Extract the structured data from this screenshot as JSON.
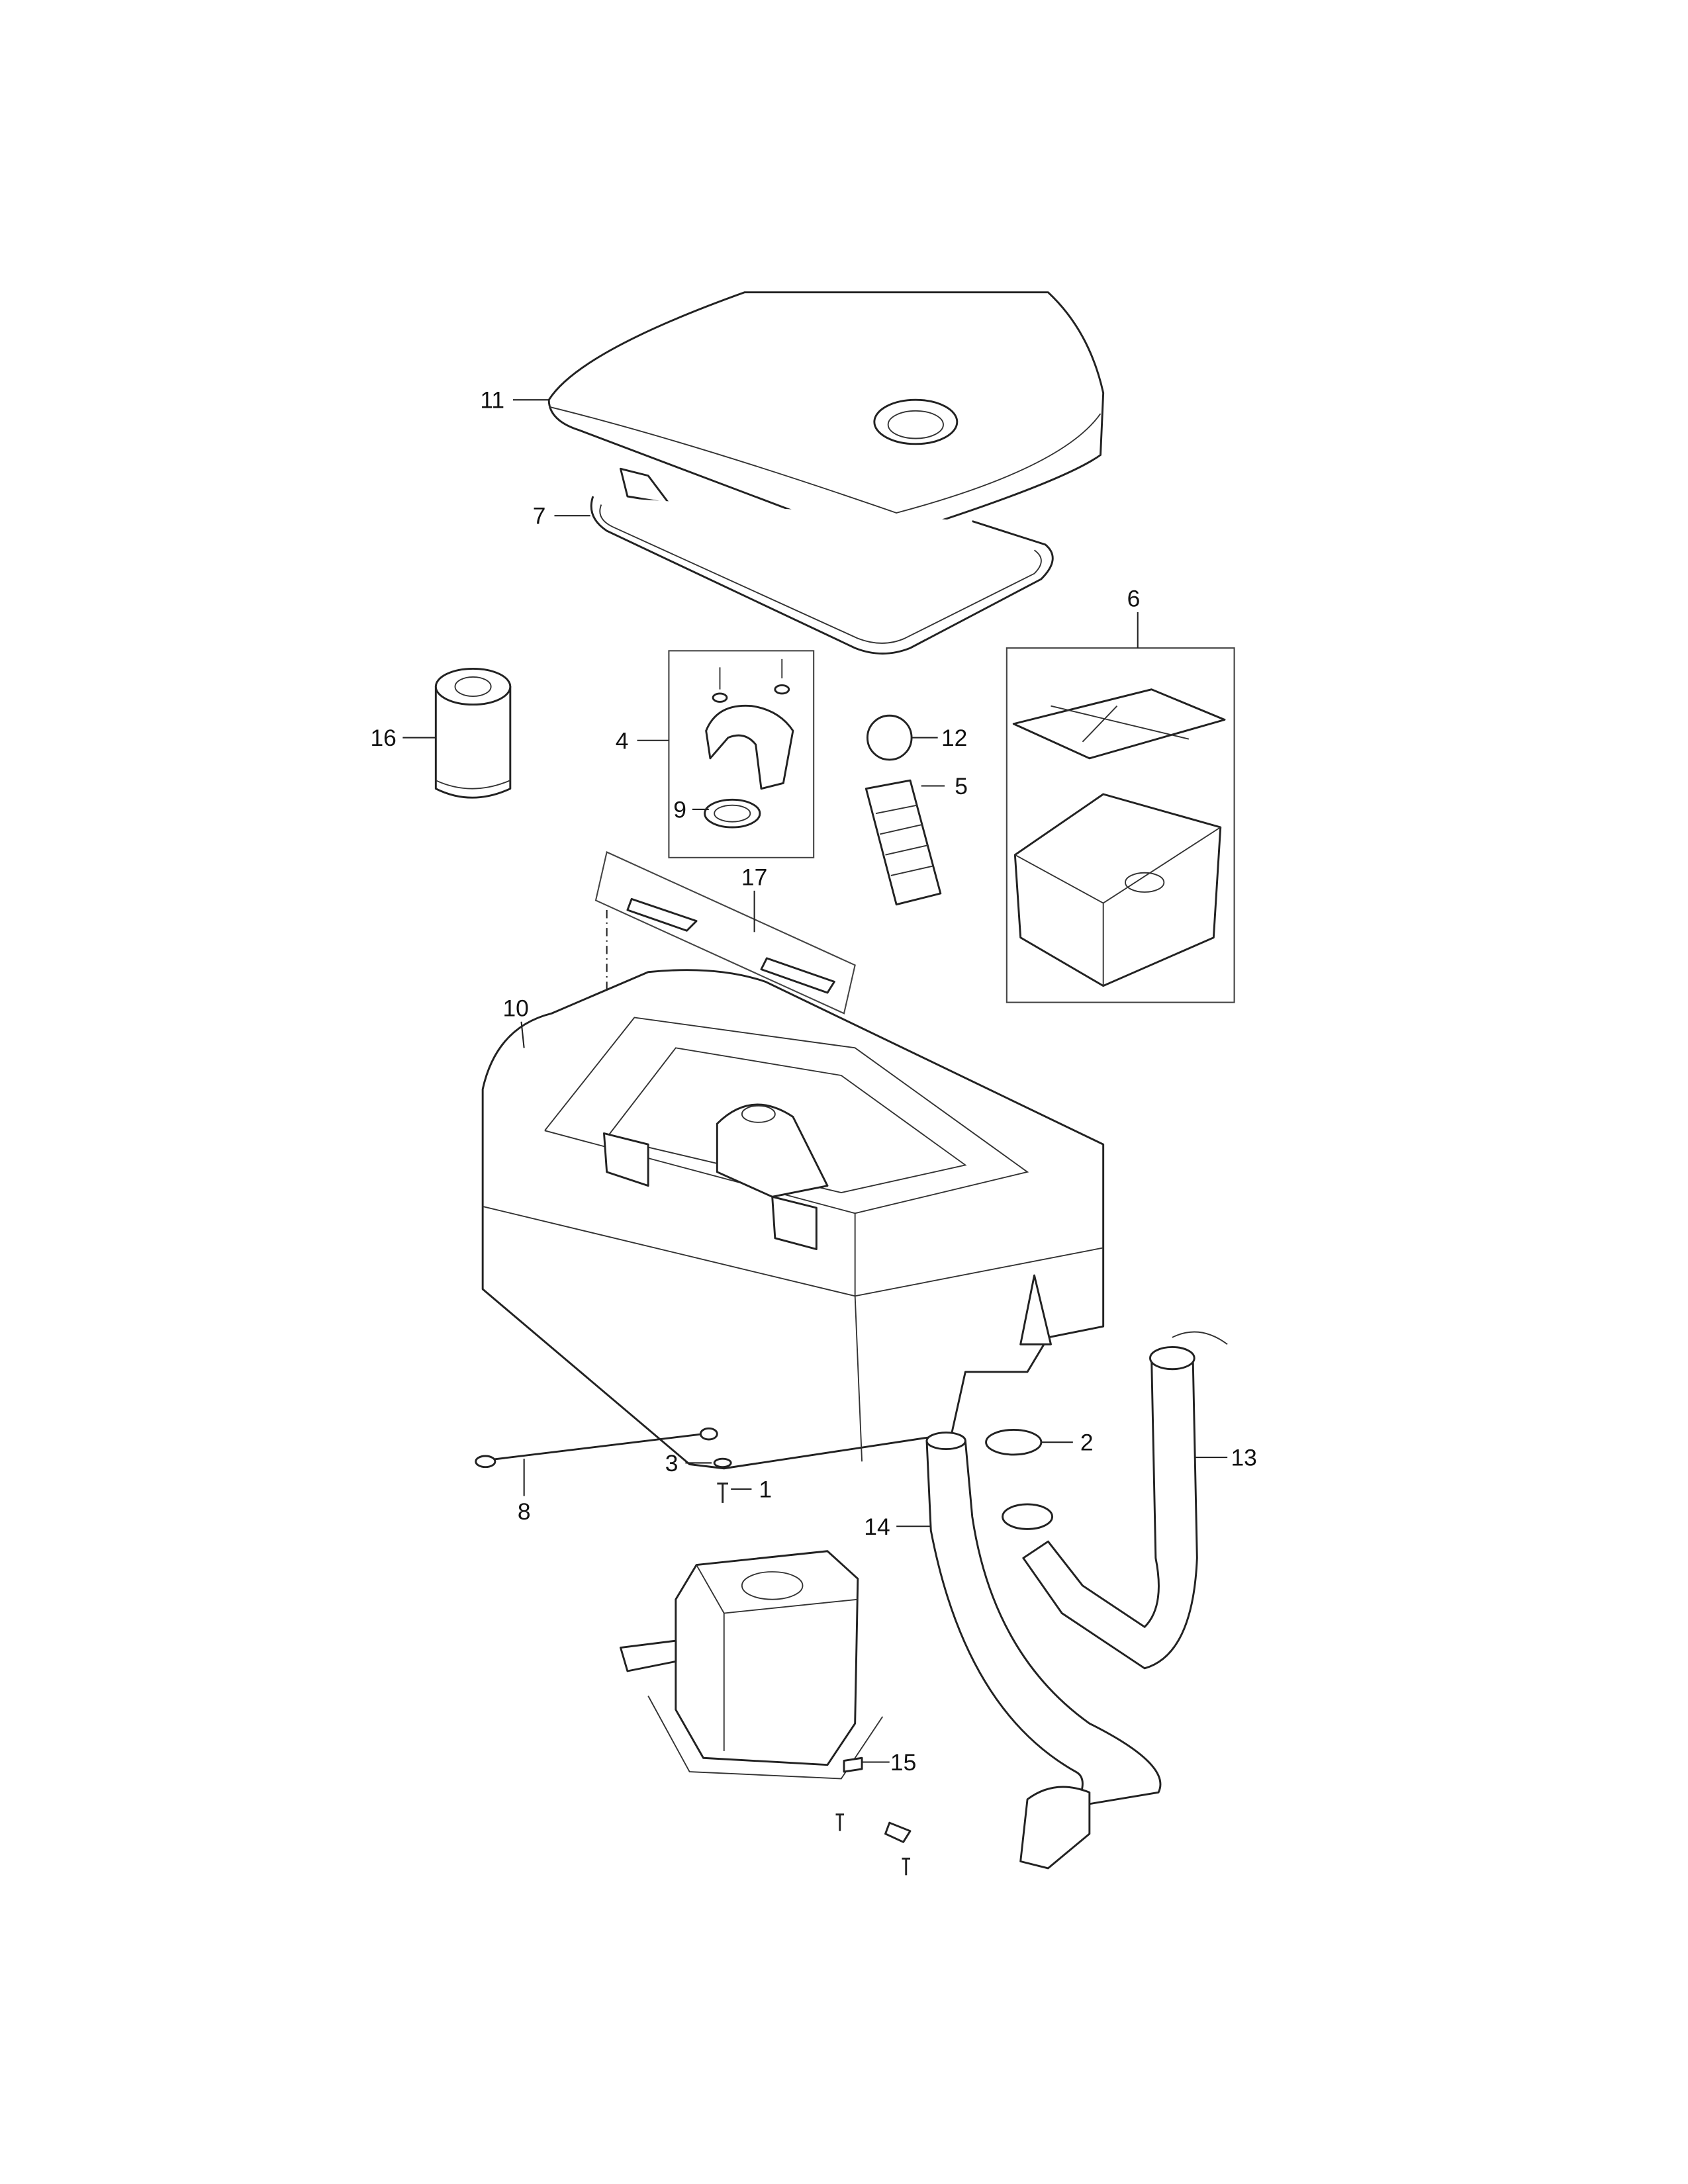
{
  "diagram": {
    "type": "exploded-parts-view",
    "callouts": {
      "p1": "1",
      "p2": "2",
      "p3": "3",
      "p4": "4",
      "p5": "5",
      "p6": "6",
      "p7": "7",
      "p8": "8",
      "p9": "9",
      "p10": "10",
      "p11": "11",
      "p12": "12",
      "p13": "13",
      "p14": "14",
      "p15": "15",
      "p16": "16",
      "p17": "17"
    }
  }
}
